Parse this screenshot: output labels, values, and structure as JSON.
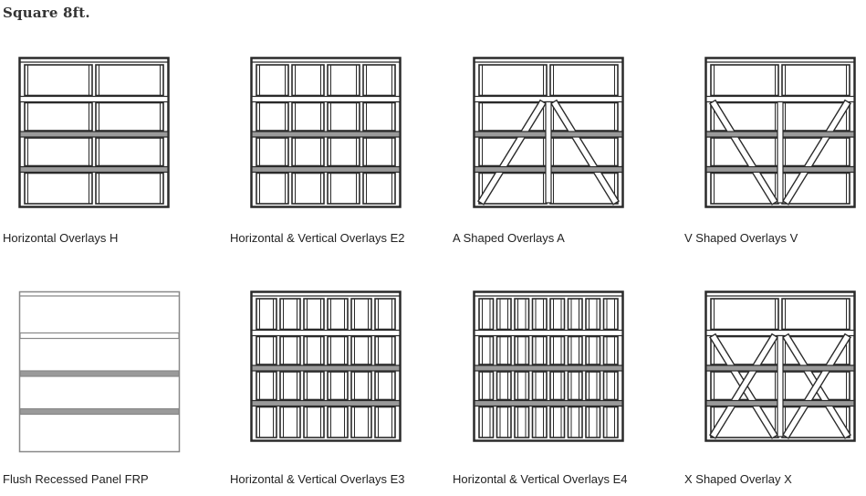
{
  "heading": "Square 8ft.",
  "colors": {
    "line": "#2a2a2a",
    "bar": "#9a9a9a",
    "light": "#888888"
  },
  "doors": [
    {
      "label": "Horizontal Overlays H",
      "columns": 2,
      "overlay": "none"
    },
    {
      "label": "Horizontal & Vertical Overlays E2",
      "columns": 4,
      "overlay": "none"
    },
    {
      "label": "A Shaped Overlays A",
      "columns": 2,
      "overlay": "A"
    },
    {
      "label": "V Shaped Overlays V",
      "columns": 2,
      "overlay": "V"
    },
    {
      "label": "Flush Recessed Panel FRP",
      "columns": 1,
      "overlay": "flush"
    },
    {
      "label": "Horizontal & Vertical Overlays E3",
      "columns": 6,
      "overlay": "none"
    },
    {
      "label": "Horizontal & Vertical Overlays E4",
      "columns": 8,
      "overlay": "none"
    },
    {
      "label": "X Shaped Overlay X",
      "columns": 2,
      "overlay": "X"
    }
  ]
}
